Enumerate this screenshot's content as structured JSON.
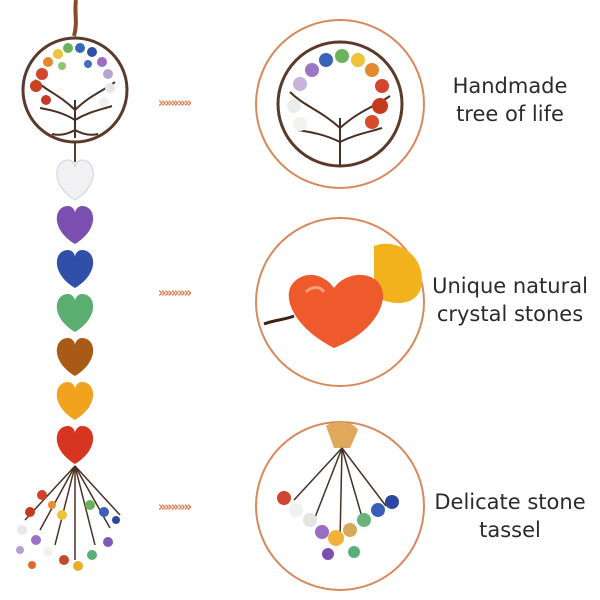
{
  "features": [
    {
      "arrows": "»»»»»",
      "line1": "Handmade",
      "line2": "tree of life",
      "image": "tree-of-life-closeup"
    },
    {
      "arrows": "»»»»»",
      "line1": "Unique natural",
      "line2": "crystal stones",
      "image": "heart-stones-closeup"
    },
    {
      "arrows": "»»»»»",
      "line1": "Delicate stone",
      "line2": "tassel",
      "image": "stone-tassel-closeup"
    }
  ],
  "colors": {
    "accent": "#e0784a",
    "circle_border": "#d88a5e",
    "text": "#2b2b2b"
  }
}
